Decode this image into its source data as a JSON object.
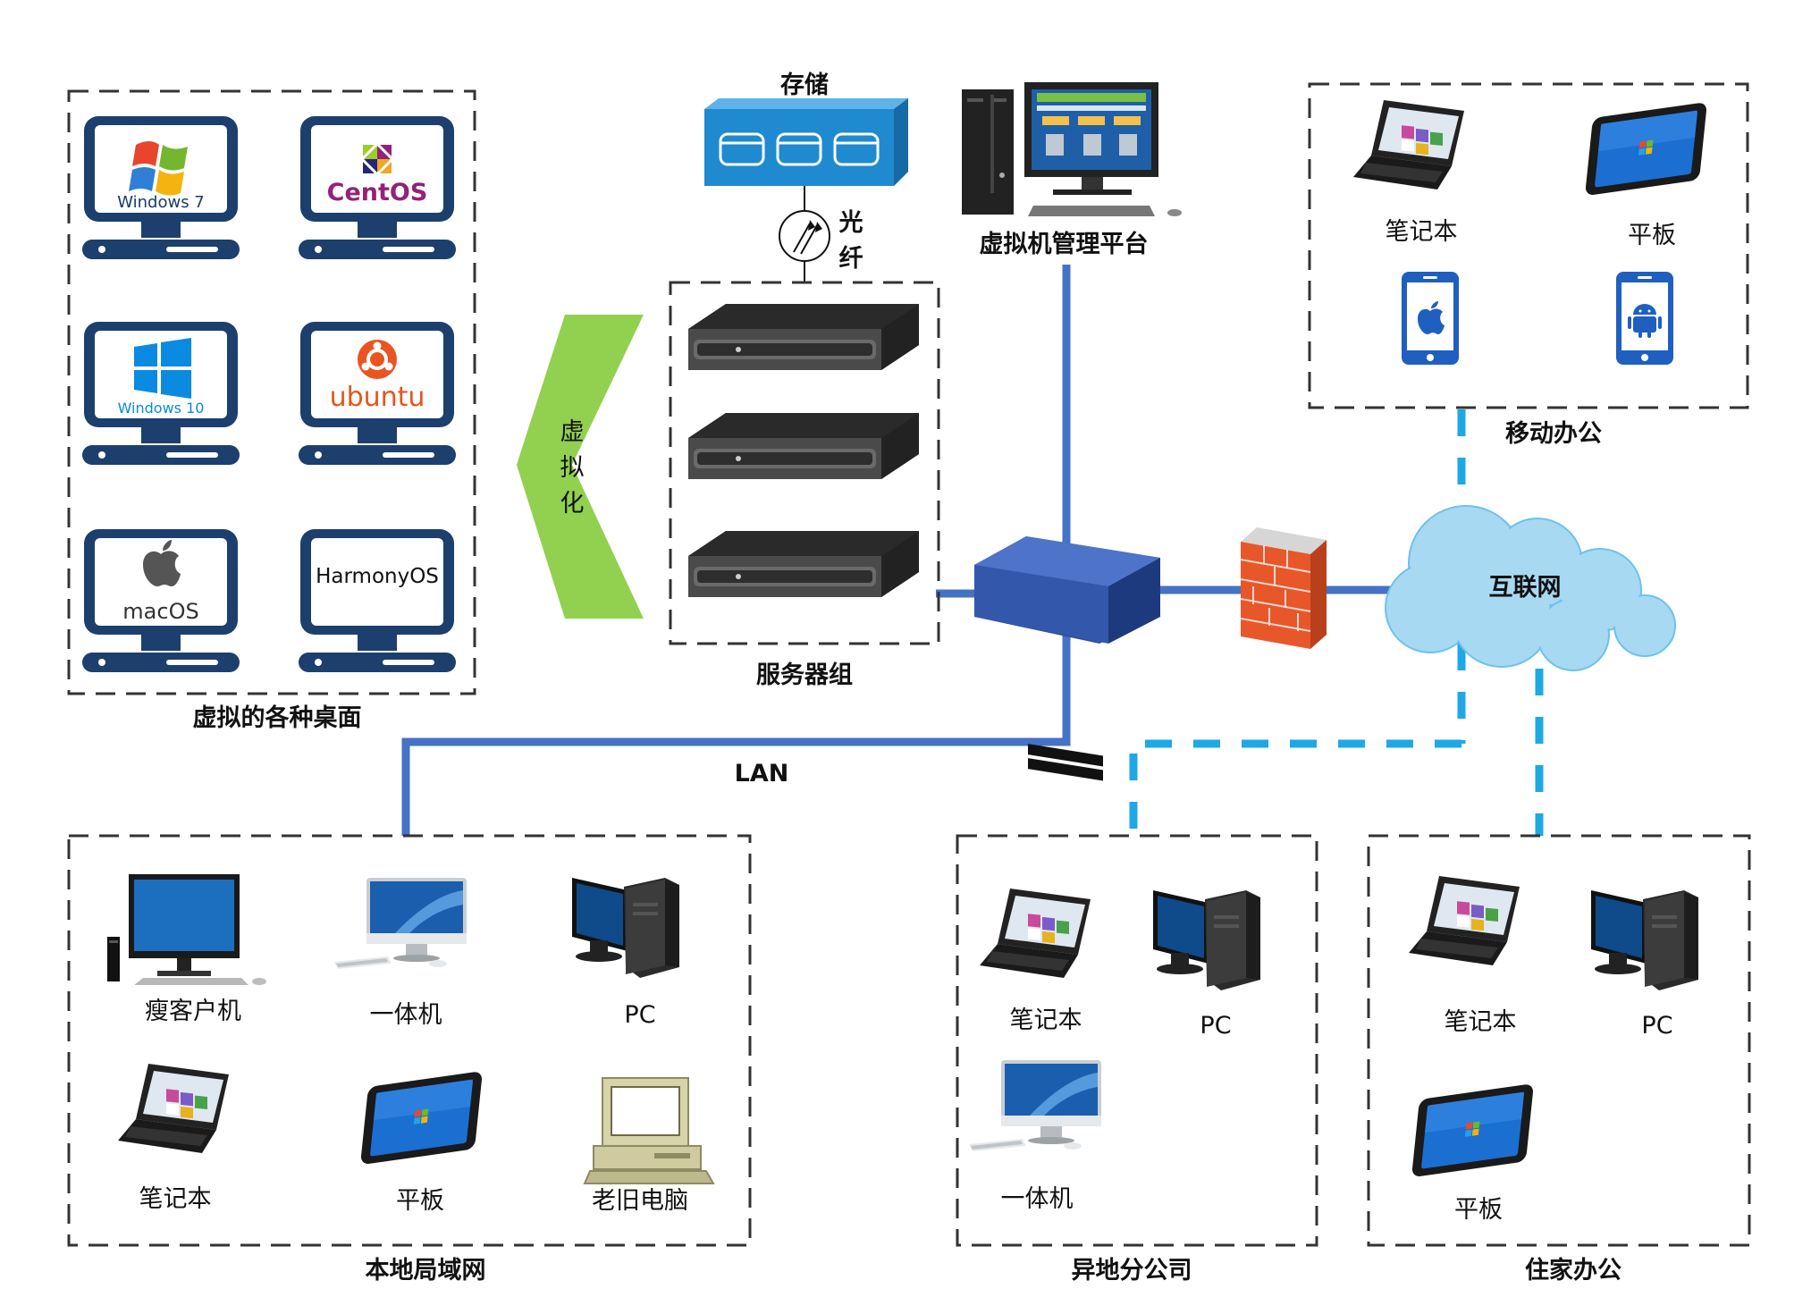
{
  "groups": {
    "virtual_desktops": "虚拟的各种桌面",
    "server_group": "服务器组",
    "local_lan": "本地局域网",
    "branch_office": "异地分公司",
    "home_office": "住家办公",
    "mobile_office": "移动办公"
  },
  "desktops": [
    {
      "os": "Windows 7",
      "logo_text": "Windows 7",
      "icon": "windows7-logo"
    },
    {
      "os": "CentOS",
      "logo_text": "CentOS",
      "icon": "centos-logo"
    },
    {
      "os": "Windows 10",
      "logo_text": "Windows 10",
      "icon": "windows10-logo"
    },
    {
      "os": "ubuntu",
      "logo_text": "ubuntu",
      "icon": "ubuntu-logo"
    },
    {
      "os": "macOS",
      "logo_text": "macOS",
      "icon": "apple-logo"
    },
    {
      "os": "HarmonyOS",
      "logo_text": "HarmonyOS",
      "icon": "harmonyos-logo"
    }
  ],
  "core": {
    "storage": "存储",
    "fiber_line1": "光",
    "fiber_line2": "纤",
    "virtualization": [
      "虚",
      "拟",
      "化"
    ],
    "vm_platform": "虚拟机管理平台",
    "internet": "互联网",
    "lan": "LAN"
  },
  "local_devices": [
    "瘦客户机",
    "一体机",
    "PC",
    "笔记本",
    "平板",
    "老旧电脑"
  ],
  "branch_devices": [
    "笔记本",
    "PC",
    "一体机"
  ],
  "home_devices": [
    "笔记本",
    "PC",
    "平板"
  ],
  "mobile_devices": [
    "笔记本",
    "平板"
  ],
  "colors": {
    "lan_line": "#4472c4",
    "internet_dash": "#1ea8e6",
    "arrow_fill": "#92d050",
    "storage_blue": "#1f8ad0",
    "monitor_navy": "#1c3f6e",
    "firewall": "#e8572a",
    "cloud": "#a7d9f2"
  }
}
